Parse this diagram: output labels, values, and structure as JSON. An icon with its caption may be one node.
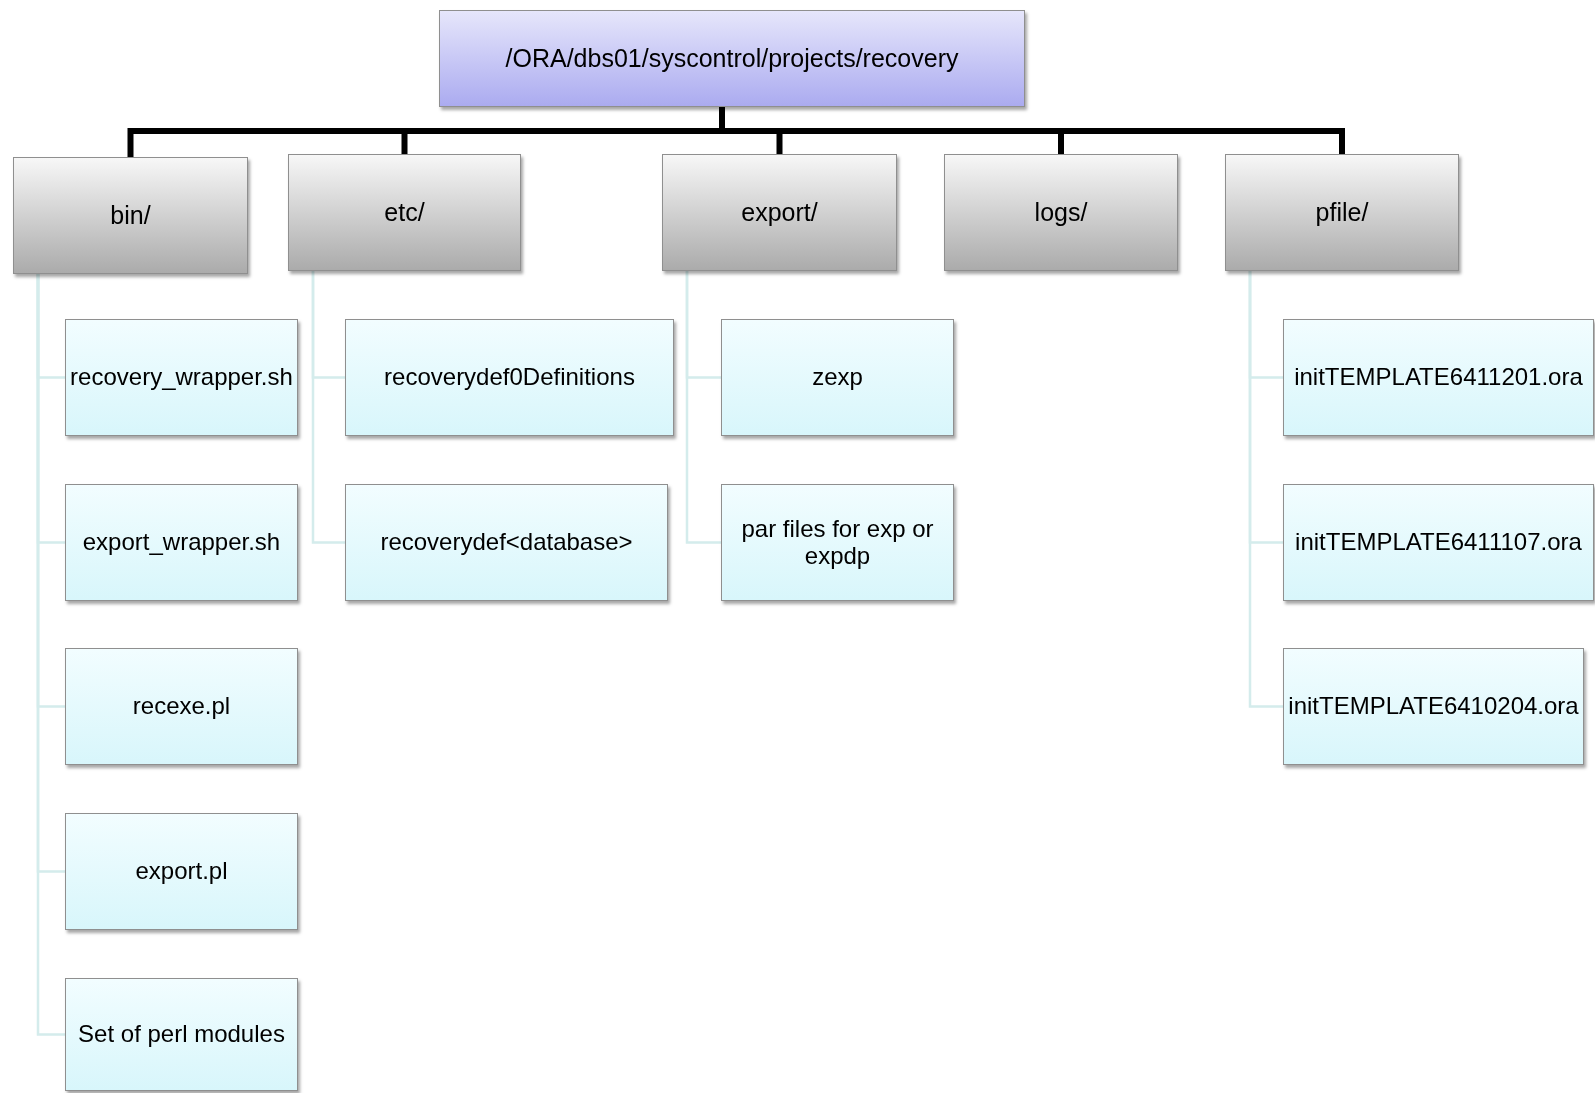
{
  "diagram": {
    "nodes": [
      {
        "text": [
          "/ORA/dbs01/syscontrol/projects/recovery"
        ]
      },
      {
        "text": [
          "bin/"
        ]
      },
      {
        "text": [
          "etc/"
        ]
      },
      {
        "text": [
          "export/"
        ]
      },
      {
        "text": [
          "logs/"
        ]
      },
      {
        "text": [
          "pfile/"
        ]
      },
      {
        "text": [
          "recovery_wrapper.sh"
        ]
      },
      {
        "text": [
          "export_wrapper.sh"
        ]
      },
      {
        "text": [
          "recexe.pl"
        ]
      },
      {
        "text": [
          "export.pl"
        ]
      },
      {
        "text": [
          "Set of perl modules"
        ]
      },
      {
        "text": [
          "recoverydef0Definitions"
        ]
      },
      {
        "text": [
          "recoverydef<database>"
        ]
      },
      {
        "text": [
          "zexp"
        ]
      },
      {
        "text": [
          "par files for exp or expdp"
        ]
      },
      {
        "text": [
          "initTEMPLATE6411201.ora"
        ]
      },
      {
        "text": [
          "initTEMPLATE6411107.ora"
        ]
      },
      {
        "text": [
          "initTEMPLATE6410204.ora"
        ]
      }
    ],
    "edges": [
      {
        "from": 0,
        "to": 1,
        "arrow": "none",
        "style": "thick",
        "color": "#000000"
      },
      {
        "from": 0,
        "to": 2,
        "arrow": "none",
        "style": "thick",
        "color": "#000000"
      },
      {
        "from": 0,
        "to": 3,
        "arrow": "none",
        "style": "thick",
        "color": "#000000"
      },
      {
        "from": 0,
        "to": 4,
        "arrow": "none",
        "style": "thick",
        "color": "#000000"
      },
      {
        "from": 0,
        "to": 5,
        "arrow": "none",
        "style": "thick",
        "color": "#000000"
      },
      {
        "from": 1,
        "to": 6,
        "arrow": "none"
      },
      {
        "from": 1,
        "to": 7,
        "arrow": "none"
      },
      {
        "from": 1,
        "to": 8,
        "arrow": "none"
      },
      {
        "from": 1,
        "to": 9,
        "arrow": "none"
      },
      {
        "from": 1,
        "to": 10,
        "arrow": "none"
      },
      {
        "from": 2,
        "to": 11,
        "arrow": "none"
      },
      {
        "from": 2,
        "to": 12,
        "arrow": "none"
      },
      {
        "from": 3,
        "to": 13,
        "arrow": "none"
      },
      {
        "from": 3,
        "to": 14,
        "arrow": "none"
      },
      {
        "from": 5,
        "to": 15,
        "arrow": "none"
      },
      {
        "from": 5,
        "to": 16,
        "arrow": "none"
      },
      {
        "from": 5,
        "to": 17,
        "arrow": "none"
      }
    ]
  }
}
